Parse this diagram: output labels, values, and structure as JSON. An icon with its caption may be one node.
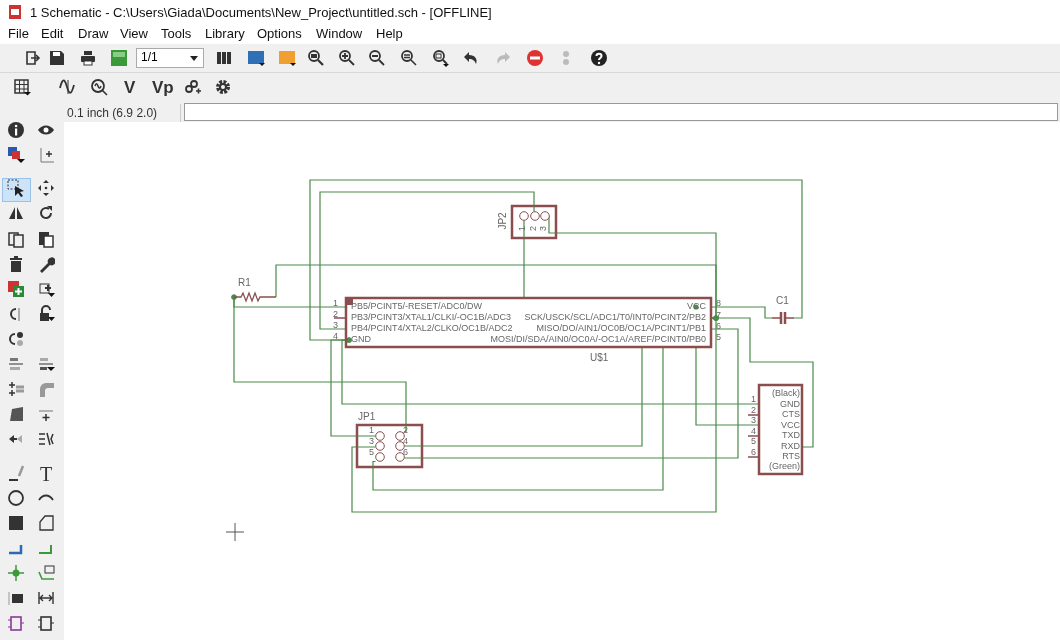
{
  "diagram": {
    "nodes": [
      {
        "text": [
          "R1"
        ]
      },
      {
        "text": [
          "PB5/PCINT5/-RESET/ADC0/DW",
          "PB3/PCINT3/XTAL1/CLKI/-OC1B/ADC3",
          "PB4/PCINT4/XTAL2/CLKO/OC1B/ADC2",
          "GND",
          "VCC",
          "SCK/USCK/SCL/ADC1/T0/INT0/PCINT2/PB2",
          "MISO/DO/AIN1/OC0B/OC1A/PCINT1/PB1",
          "MOSI/DI/SDA/AIN0/OC0A/-OC1A/AREF/PCINT0/PB0"
        ],
        "beside": [
          "U$1"
        ]
      },
      {
        "text": [
          "JP2"
        ]
      },
      {
        "text": [
          "C1"
        ]
      },
      {
        "text": [
          "JP1"
        ]
      },
      {
        "text": [
          "(Black)",
          "GND",
          "CTS",
          "VCC",
          "TXD",
          "RXD",
          "RTS",
          "(Green)"
        ]
      }
    ],
    "edges": [
      {
        "from": 1,
        "to": 3,
        "arrow": "other"
      },
      {
        "from": 1,
        "to": 2,
        "arrow": "none"
      },
      {
        "from": 2,
        "to": 1,
        "arrow": "other"
      },
      {
        "from": 1,
        "to": 4,
        "arrow": "other"
      },
      {
        "from": 1,
        "to": 5,
        "arrow": "other"
      },
      {
        "from": 1,
        "to": 3,
        "arrow": "none"
      },
      {
        "from": 1,
        "to": 4,
        "arrow": "none"
      },
      {
        "from": 1,
        "to": 4,
        "arrow": "none"
      },
      {
        "from": 1,
        "to": 5,
        "arrow": "none"
      },
      {
        "from": 1,
        "to": 4,
        "arrow": "none"
      },
      {
        "from": 1,
        "to": 5,
        "arrow": "other"
      },
      {
        "from": 1,
        "to": 4,
        "arrow": "other"
      },
      {
        "from": 0,
        "to": 1,
        "arrow": "other"
      },
      {
        "from": 0,
        "to": 4,
        "arrow": "other"
      },
      {
        "from": 0,
        "to": 1,
        "arrow": "other"
      },
      {
        "from": 2,
        "to": 1,
        "arrow": "none"
      }
    ],
    "labels": [
      "1 Schematic - C:\\Users\\Giada\\Documents\\New_Project\\untitled.sch - [OFFLINE]",
      "File",
      "Edit",
      "Draw",
      "View",
      "Tools",
      "Library",
      "Options",
      "Window",
      "Help",
      "1/1",
      "V",
      "Vp",
      "0.1 inch (6.9 2.0)",
      "T",
      "1",
      "2",
      "3",
      "4",
      "5",
      "6",
      "7",
      "8",
      "1",
      "2",
      "3",
      "1",
      "2",
      "3",
      "4",
      "5",
      "6",
      "1",
      "2",
      "3",
      "4",
      "5",
      "6"
    ]
  }
}
